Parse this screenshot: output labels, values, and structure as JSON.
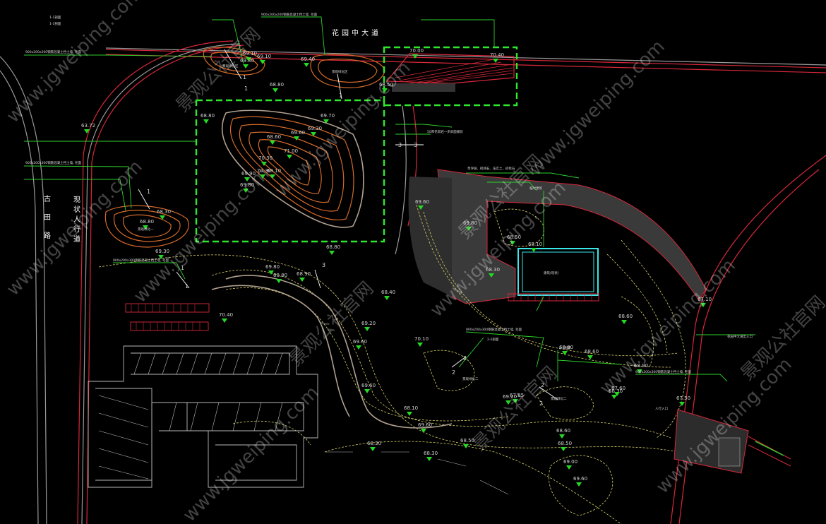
{
  "drawing": {
    "roads": {
      "main_avenue": "花园中大道",
      "gutian_road": "古田路",
      "sidewalk": "现状人行道"
    },
    "annotations": [
      "900x200x200钢筋混凝土挡土墙, 毛面",
      "900x200x200钢筋混凝土挡土墙, 毛面",
      "900x200x300钢筋混凝土挡土墙, 毛面",
      "900x200x300钢筋混凝土挡土墙, 毛面",
      "900x200x300钢筋混凝土挡土墙, 毛面",
      "900x200x300钢筋混凝土挡土墙, 毛面",
      "50厚花岗岩一步斜面铺装",
      "2-2剖面",
      "2-2剖面",
      "草坪坡、碎卵石、压实土，砂砾石",
      "临时建筑",
      "建筑(现状)",
      "景观绿化区",
      "景观绿化区",
      "景观绿化一",
      "景观绿化二",
      "景观绿化二",
      "人行入口",
      "1-1剖面",
      "1-1剖面",
      "花园中大道出入口"
    ],
    "elevations": [
      "69.10",
      "69.30",
      "69.40",
      "69.10",
      "68.50",
      "68.80",
      "70.00",
      "70.40",
      "68.80",
      "68.60",
      "69.30",
      "69.70",
      "69.60",
      "70.30",
      "69.90",
      "71.00",
      "70.30",
      "69.10",
      "69.80",
      "68.30",
      "68.80",
      "69.30",
      "68.80",
      "69.80",
      "68.80",
      "68.90",
      "69.20",
      "69.60",
      "69.60",
      "68.40",
      "70.40",
      "69.60",
      "69.80",
      "68.50",
      "68.10",
      "70.10",
      "68.30",
      "68.60",
      "68.90",
      "68.80",
      "68.60",
      "69.20",
      "68.30",
      "69.00",
      "69.60",
      "68.30",
      "68.60",
      "68.50",
      "69.60",
      "67.60",
      "67.50",
      "67.10",
      "63.72",
      "67.85",
      "68.30",
      "68.10",
      "68.50"
    ],
    "section_marks": [
      "1",
      "1",
      "1",
      "1",
      "1",
      "1",
      "2",
      "2",
      "2",
      "2",
      "3",
      "3",
      "3"
    ],
    "watermark": {
      "url": "www.jgweiping.com",
      "cn": "景观公社官网"
    }
  },
  "colors": {
    "background": "#000000",
    "leader": "#2cd12c",
    "highlight": "#2ee82e",
    "road_edge": "#d8283a",
    "contour": "#d8d06a",
    "building": "#3be7e7"
  }
}
